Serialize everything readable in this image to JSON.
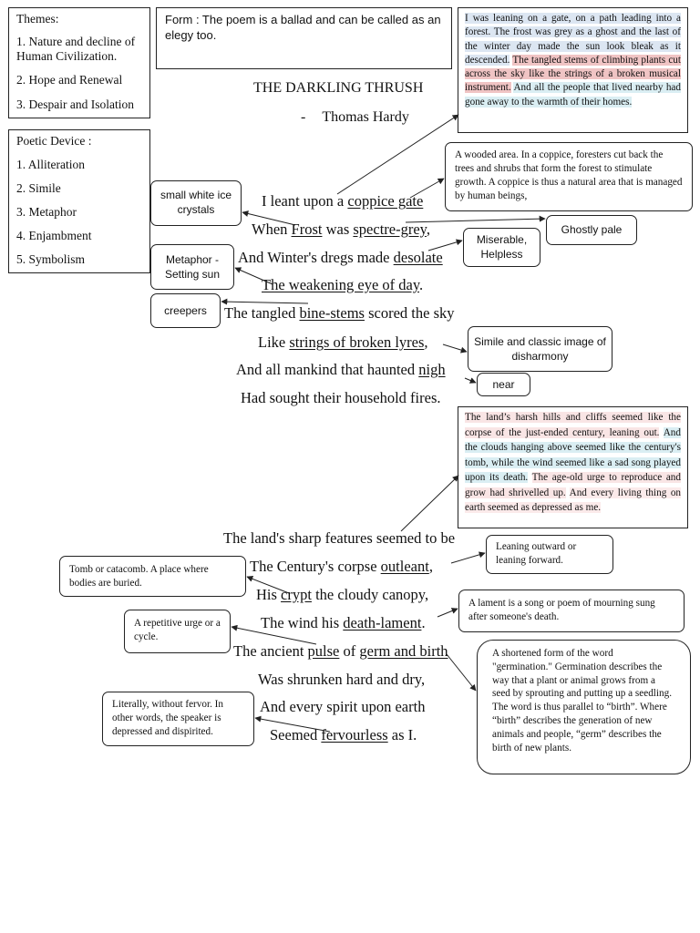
{
  "themes": {
    "heading": "Themes:",
    "items": [
      "1. Nature and decline of Human Civilization.",
      "2. Hope and Renewal",
      "3. Despair and Isolation"
    ]
  },
  "form": {
    "text": "Form : The poem is a ballad and can be called as an elegy too."
  },
  "poetic_device": {
    "heading": "Poetic Device :",
    "items": [
      "1. Alliteration",
      "2. Simile",
      "3. Metaphor",
      "4. Enjambment",
      "5. Symbolism"
    ]
  },
  "poem": {
    "title": "THE DARKLING THRUSH",
    "author_dash": "-",
    "author": "Thomas Hardy",
    "stanza1": {
      "l1_pre": "I leant upon a ",
      "l1_u": "coppice gate",
      "l2_pre": "When ",
      "l2_u1": "Frost",
      "l2_mid": " was ",
      "l2_u2": "spectre-grey",
      "l2_post": ",",
      "l3_pre": "And Winter's dregs made ",
      "l3_u": "desolate",
      "l4_u": "The weakening eye of day",
      "l4_post": ".",
      "l5_pre": "The tangled ",
      "l5_u": "bine-stems",
      "l5_post": " scored the sky",
      "l6_pre": "Like ",
      "l6_u": "strings of broken lyres",
      "l6_post": ",",
      "l7_pre": "And all mankind that haunted ",
      "l7_u": "nigh",
      "l8": "Had sought their household fires."
    },
    "stanza2": {
      "l1": "The land's sharp features seemed to be",
      "l2_pre": "The Century's corpse ",
      "l2_u": "outleant",
      "l2_post": ",",
      "l3_pre": "His ",
      "l3_u": "crypt",
      "l3_post": " the cloudy canopy,",
      "l4_pre": "The wind his ",
      "l4_u": "death-lament",
      "l4_post": ".",
      "l5_pre": "The ancient ",
      "l5_u1": "pulse",
      "l5_mid": " of ",
      "l5_u2": "germ and birth",
      "l6": "Was shrunken hard and dry,",
      "l7": "And every spirit upon earth",
      "l8_pre": "Seemed ",
      "l8_u": "fervourless",
      "l8_post": " as I."
    }
  },
  "summary1": {
    "s1": "I was leaning on a gate, on a path leading into a forest. The frost was grey as a ghost and the last of the winter day made the sun look bleak as it descended.",
    "s2": "The tangled stems of climbing plants cut across the sky like the strings of a broken musical instrument.",
    "s3": "And all the people that lived nearby had gone away to the warmth of their homes."
  },
  "summary2": {
    "s1": "The land’s harsh hills and cliffs seemed like the corpse of the just-ended century, leaning out.",
    "s2": "And the clouds hanging above seemed like the century's tomb, while the wind seemed like a sad song played upon its death.",
    "s3": "The age-old urge to reproduce and grow had shrivelled up.",
    "s4": "And every living thing on earth seemed as depressed as me."
  },
  "notes": {
    "coppice": "A wooded area. In a coppice, foresters cut back the trees and shrubs that form the forest to stimulate growth. A coppice is thus a natural area that is managed by human beings,",
    "frost": "small white ice crystals",
    "spectre": "Ghostly pale",
    "desolate": "Miserable, Helpless",
    "metaphor": "Metaphor - Setting sun",
    "creepers": "creepers",
    "simile": "Simile and classic image of disharmony",
    "near": "near",
    "outleant": "Leaning outward or leaning forward.",
    "crypt": "Tomb or catacomb. A place where bodies are buried.",
    "lament": "A lament is a song or poem of mourning sung after someone's death.",
    "pulse": "A repetitive urge or a cycle.",
    "germ": "A shortened form of the word \"germination.\" Germination describes the way that a plant or animal grows from a seed by sprouting and putting up a seedling. The word is thus parallel to “birth”. Where “birth” describes the generation of new animals and people, “germ” describes the birth of new plants.",
    "fervour": "Literally, without fervor. In other words, the speaker is depressed and dispirited."
  }
}
